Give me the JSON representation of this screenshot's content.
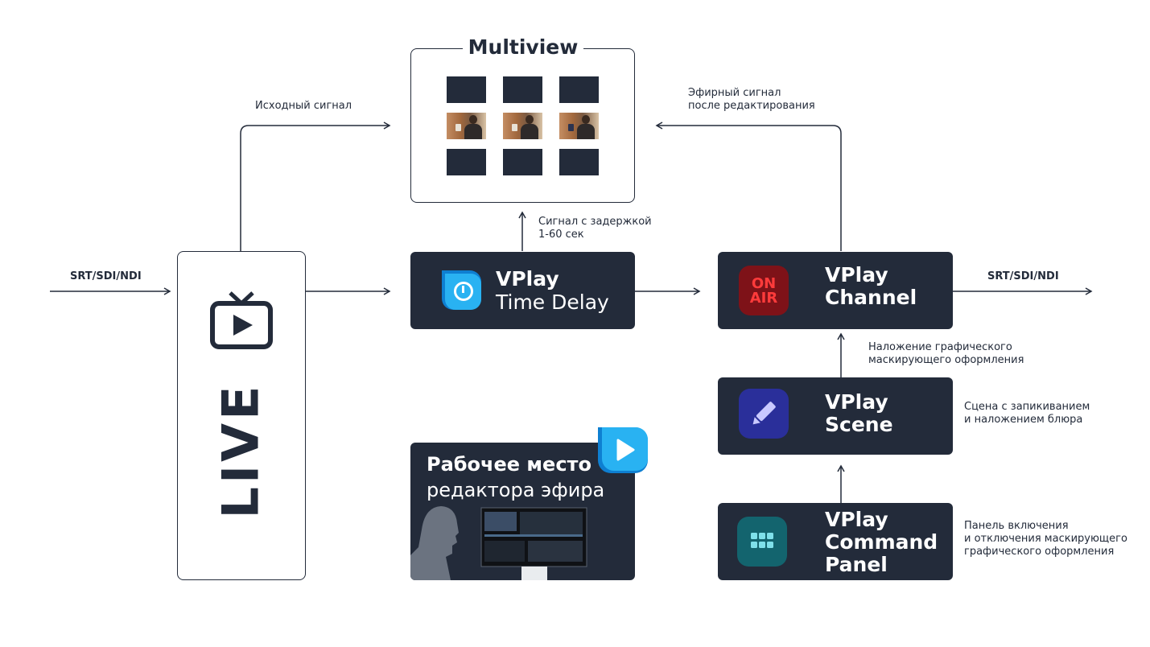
{
  "multiview": {
    "title": "Multiview"
  },
  "labels": {
    "input_protocol": "SRT/SDI/NDI",
    "output_protocol": "SRT/SDI/NDI",
    "source_signal": "Исходный сигнал",
    "air_signal": "Эфирный сигнал\nпосле редактирования",
    "delayed_signal": "Сигнал с задержкой\n1-60 сек",
    "graphic_overlay": "Наложение графического\nмаскирующего оформления",
    "scene_desc": "Сцена с запикиванием\nи наложением блюра",
    "panel_desc": "Панель включения\nи отключения маскирующего\nграфического оформления"
  },
  "live": {
    "text": "LIVE",
    "icon": "tv-play-icon"
  },
  "time_delay": {
    "line1": "VPlay",
    "line2": "Time Delay",
    "icon": "clock-icon"
  },
  "channel": {
    "line1": "VPlay",
    "line2": "Channel",
    "badge_top": "ON",
    "badge_bottom": "AIR"
  },
  "scene": {
    "line1": "VPlay",
    "line2": "Scene",
    "icon": "pencil-icon"
  },
  "command_panel": {
    "line1": "VPlay",
    "line2": "Command",
    "line3": "Panel",
    "icon": "grid-icon"
  },
  "workstation": {
    "line1": "Рабочее место",
    "line2": "редактора эфира",
    "icon": "play-logo-icon"
  },
  "colors": {
    "dark": "#232b3a",
    "on_air_bg": "#7e1218",
    "on_air_text": "#ff3b3b",
    "scene_icon": "#2a2f9a",
    "panel_icon": "#13646e",
    "delay_icon": "#1aa3e8"
  }
}
